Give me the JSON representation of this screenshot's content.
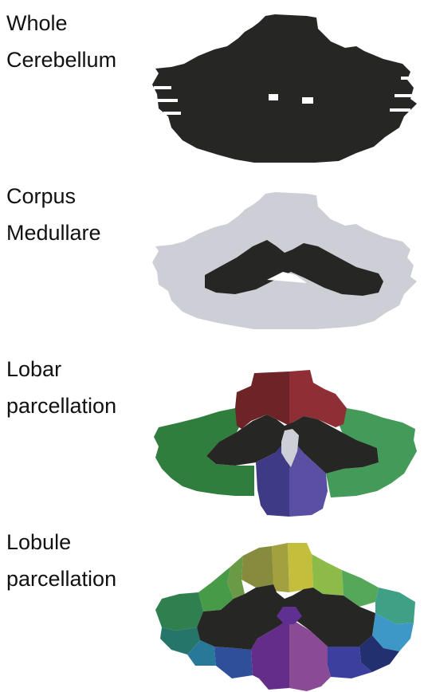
{
  "panels": [
    {
      "label": [
        "Whole",
        "Cerebellum"
      ]
    },
    {
      "label": [
        "Corpus",
        "Medullare"
      ]
    },
    {
      "label": [
        "Lobar",
        "parcellation"
      ]
    },
    {
      "label": [
        "Lobule",
        "parcellation"
      ]
    }
  ],
  "colors": {
    "dark": "#262724",
    "light_gray": "#cdced6",
    "lobar": {
      "dark_red": "#6e2326",
      "red": "#8f2e34",
      "green_left": "#2f7e3e",
      "green_right": "#449a58",
      "purple_left": "#3f3a86",
      "purple_right": "#5a4fa3",
      "light_center": "#cdced6"
    },
    "lobule": [
      "#a3a040",
      "#c3bf3c",
      "#868b3e",
      "#6a9a45",
      "#8cbb48",
      "#479a48",
      "#55a85a",
      "#2f7f4f",
      "#3fa085",
      "#25756a",
      "#3d98c8",
      "#28789a",
      "#2f4f9a",
      "#23306f",
      "#3c3f9e",
      "#652d8a",
      "#8a4a96",
      "#5f3090"
    ]
  }
}
